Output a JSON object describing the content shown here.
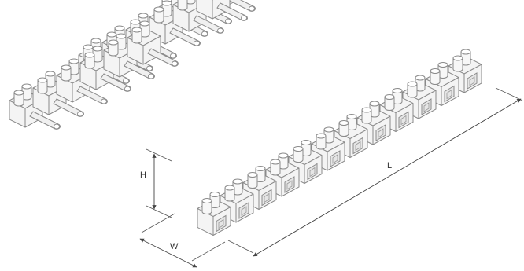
{
  "dimensions": {
    "height_label": "H",
    "length_label": "L",
    "width_label": "W"
  }
}
